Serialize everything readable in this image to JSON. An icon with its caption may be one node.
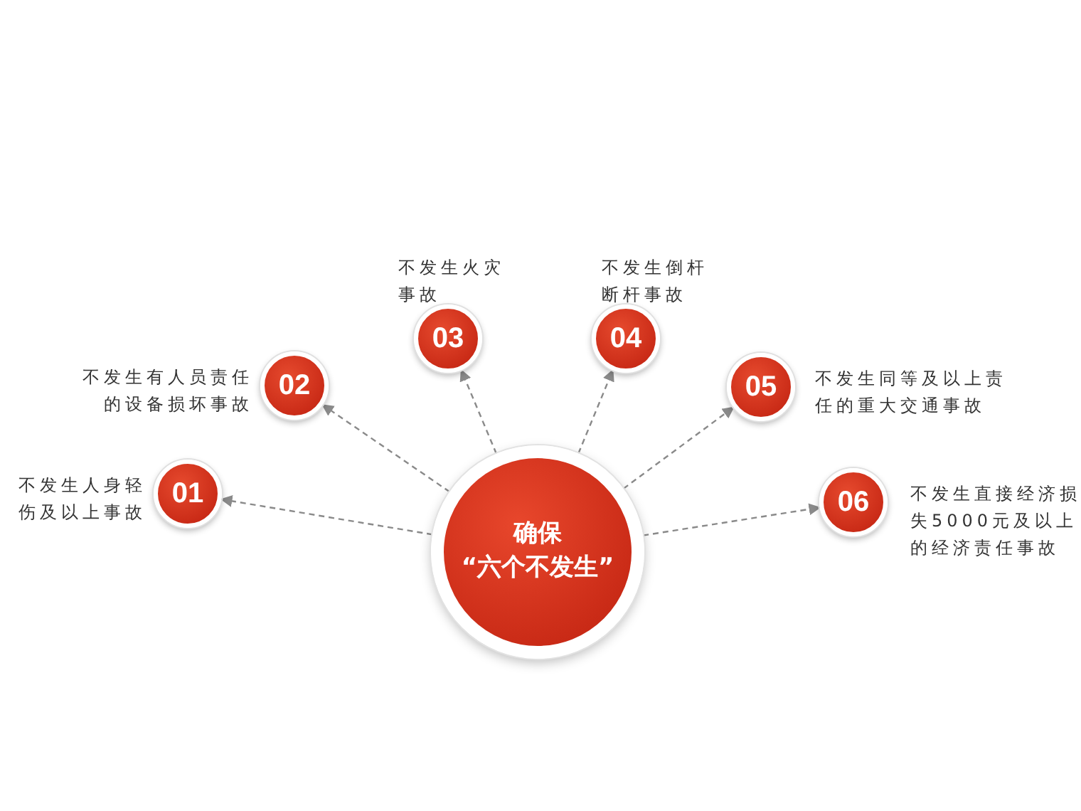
{
  "diagram": {
    "nodes": [
      {
        "text": [
          "确保",
          "“六个不发生”"
        ]
      },
      {
        "text": [
          "01"
        ],
        "beside": [
          "不发生人身轻伤及以上事故"
        ]
      },
      {
        "text": [
          "02"
        ],
        "beside": [
          "不发生有人员责任的设备损坏事故"
        ]
      },
      {
        "text": [
          "03"
        ],
        "beside": [
          "不发生火灾事故"
        ]
      },
      {
        "text": [
          "04"
        ],
        "beside": [
          "不发生倒杆断杆事故"
        ]
      },
      {
        "text": [
          "05"
        ],
        "beside": [
          "不发生同等及以上责任的重大交通事故"
        ]
      },
      {
        "text": [
          "06"
        ],
        "beside": [
          "不发生直接经济损失5000元及以上的经济责任事故"
        ]
      }
    ],
    "edges": [
      {
        "from": 0,
        "to": 1,
        "arrow": "to",
        "style": "dashed"
      },
      {
        "from": 0,
        "to": 2,
        "arrow": "to",
        "style": "dashed"
      },
      {
        "from": 0,
        "to": 3,
        "arrow": "to",
        "style": "dashed"
      },
      {
        "from": 0,
        "to": 4,
        "arrow": "to",
        "style": "dashed"
      },
      {
        "from": 0,
        "to": 5,
        "arrow": "to",
        "style": "dashed"
      },
      {
        "from": 0,
        "to": 6,
        "arrow": "to",
        "style": "dashed"
      }
    ]
  }
}
